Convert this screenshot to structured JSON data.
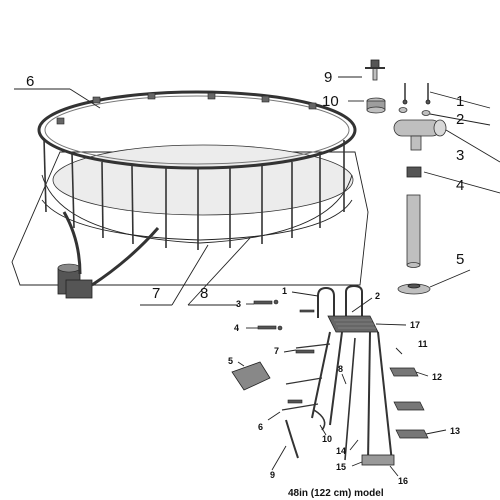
{
  "pool_callouts": {
    "c1": "1",
    "c2": "2",
    "c3": "3",
    "c4": "4",
    "c5": "5",
    "c6": "6",
    "c7": "7",
    "c8": "8",
    "c9": "9",
    "c10": "10"
  },
  "ladder_callouts": {
    "l1": "1",
    "l2": "2",
    "l3": "3",
    "l4": "4",
    "l5": "5",
    "l6": "6",
    "l7": "7",
    "l8": "8",
    "l9": "9",
    "l10": "10",
    "l11": "11",
    "l12": "12",
    "l13": "13",
    "l14": "14",
    "l15": "15",
    "l16": "16",
    "l17": "17"
  },
  "caption": "48in (122 cm) model"
}
